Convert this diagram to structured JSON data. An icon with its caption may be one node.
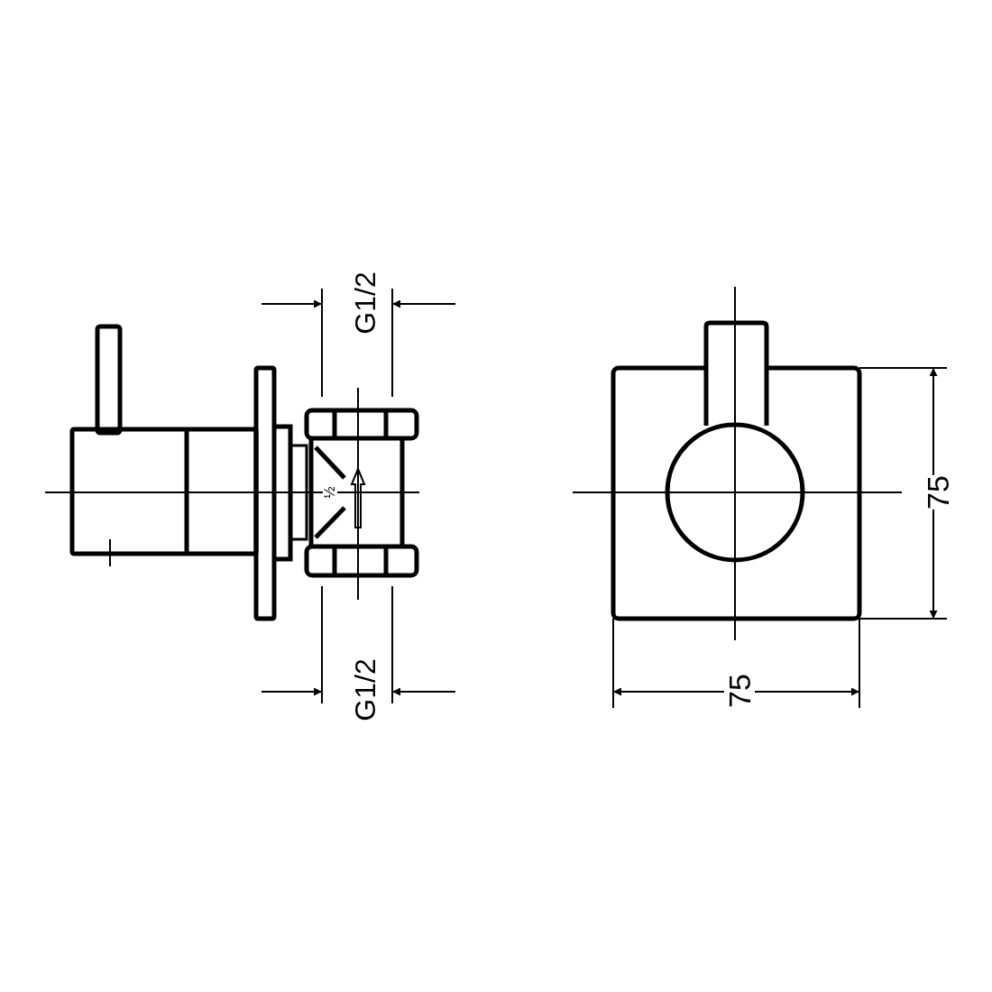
{
  "diagram": {
    "labels": [
      "G1/2",
      "75",
      "½",
      "G1/2",
      "75"
    ]
  }
}
